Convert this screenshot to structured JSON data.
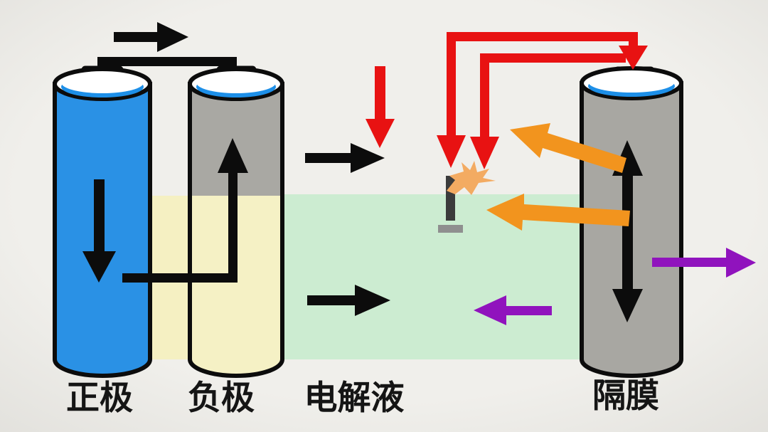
{
  "diagram": {
    "labels": {
      "positive": "正极",
      "negative": "负极",
      "electrolyte": "电解液",
      "separator": "隔膜"
    }
  },
  "colors": {
    "background": "#f0efeb",
    "outline": "#0c0c0c",
    "positive_body": "#2a91e5",
    "crescent_blue": "#1d8fe8",
    "negative_top_gray": "#a9a8a3",
    "negative_bottom_yellow": "#f5f1c5",
    "anode_band_yellow": "#f5f0c2",
    "electrolyte_green": "#ccecd1",
    "separator_gray": "#a8a7a2",
    "terminal_gray": "#b6b5b1",
    "arrow_black": "#0c0c0c",
    "arrow_red": "#e81212",
    "arrow_orange": "#f2941e",
    "arrow_orange_light": "#f3ab62",
    "arrow_purple": "#9013bd",
    "electrode_bar_dark": "#3b3b3b",
    "electrode_base_gray": "#8f8f8f"
  }
}
